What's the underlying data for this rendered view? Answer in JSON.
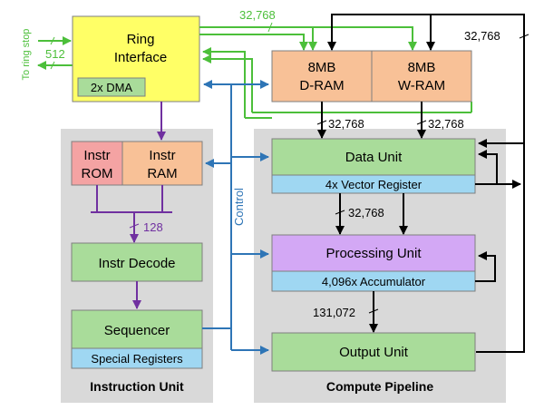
{
  "colors": {
    "green_line": "#4cbf3a",
    "purple_line": "#7030a0",
    "blue_line": "#2e75b6",
    "black_line": "#000000",
    "ring_fill": "#ffff66",
    "green_fill": "#a9dc9a",
    "orange_fill": "#f8c197",
    "pink_fill": "#f4a3a3",
    "purple_fill": "#d3a8f5",
    "blue_fill": "#9fd7f2",
    "panel_fill": "#d9d9d9"
  },
  "ring_stop": {
    "label": "To ring stop",
    "width": "512"
  },
  "ring_interface": {
    "line1": "Ring",
    "line2": "Interface",
    "dma": "2x DMA"
  },
  "top_bus_width": "32,768",
  "right_bus_width": "32,768",
  "d_ram": {
    "line1": "8MB",
    "line2": "D-RAM"
  },
  "w_ram": {
    "line1": "8MB",
    "line2": "W-RAM"
  },
  "dram_to_data_width": "32,768",
  "wram_to_data_width": "32,768",
  "instruction_unit": {
    "title": "Instruction Unit",
    "instr_rom": {
      "line1": "Instr",
      "line2": "ROM"
    },
    "instr_ram": {
      "line1": "Instr",
      "line2": "RAM"
    },
    "bus_width": "128",
    "decode": "Instr Decode",
    "sequencer": "Sequencer",
    "special_registers": "Special Registers"
  },
  "control_label": "Control",
  "compute_pipeline": {
    "title": "Compute Pipeline",
    "data_unit": "Data Unit",
    "vector_register": "4x Vector Register",
    "data_to_proc_width": "32,768",
    "processing_unit": "Processing Unit",
    "accumulator": "4,096x Accumulator",
    "proc_to_output_width": "131,072",
    "output_unit": "Output Unit"
  }
}
